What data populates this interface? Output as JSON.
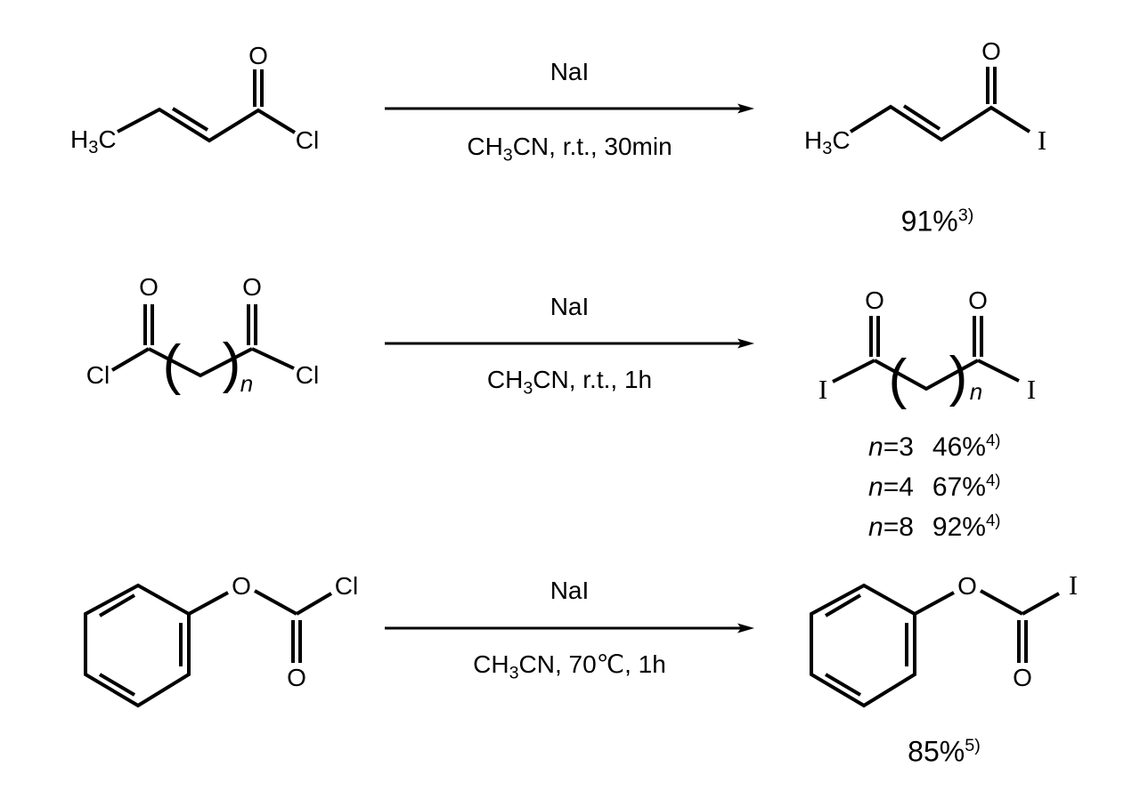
{
  "colors": {
    "background": "#ffffff",
    "ink": "#000000"
  },
  "reactions": [
    {
      "reagent": "NaI",
      "conditions": {
        "pre": "CH",
        "sub": "3",
        "post": "CN, r.t., 30min"
      },
      "reactant": {
        "labels": {
          "h": "H",
          "h_sub": "3",
          "c": "C",
          "o": "O",
          "x": "Cl"
        }
      },
      "product": {
        "labels": {
          "h": "H",
          "h_sub": "3",
          "c": "C",
          "o": "O",
          "x": "I"
        },
        "yield": {
          "value": "91%",
          "ref": "3)"
        }
      }
    },
    {
      "reagent": "NaI",
      "conditions": {
        "pre": "CH",
        "sub": "3",
        "post": "CN, r.t., 1h"
      },
      "reactant": {
        "labels": {
          "x_left": "Cl",
          "o_left": "O",
          "o_right": "O",
          "x_right": "Cl",
          "paren_open": "(",
          "paren_close": ")",
          "n": "n"
        }
      },
      "product": {
        "labels": {
          "x_left": "I",
          "o_left": "O",
          "o_right": "O",
          "x_right": "I",
          "paren_open": "(",
          "paren_close": ")",
          "n": "n"
        },
        "yields": [
          {
            "n": "n",
            "eq": "=3",
            "value": "46%",
            "ref": "4)"
          },
          {
            "n": "n",
            "eq": "=4",
            "value": "67%",
            "ref": "4)"
          },
          {
            "n": "n",
            "eq": "=8",
            "value": "92%",
            "ref": "4)"
          }
        ]
      }
    },
    {
      "reagent": "NaI",
      "conditions": {
        "pre": "CH",
        "sub": "3",
        "post": "CN, 70℃, 1h"
      },
      "reactant": {
        "labels": {
          "o_ester": "O",
          "o_carbonyl": "O",
          "x": "Cl"
        }
      },
      "product": {
        "labels": {
          "o_ester": "O",
          "o_carbonyl": "O",
          "x": "I"
        },
        "yield": {
          "value": "85%",
          "ref": "5)"
        }
      }
    }
  ]
}
